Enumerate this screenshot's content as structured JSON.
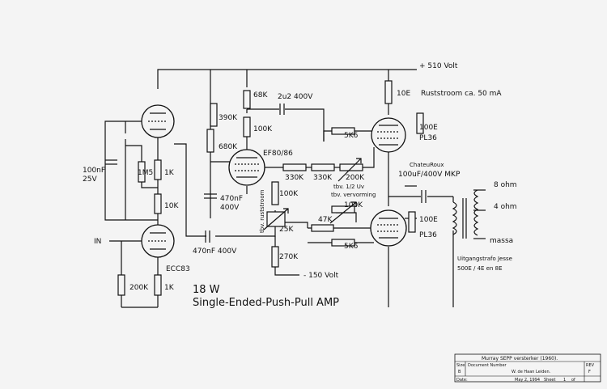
{
  "schematic": {
    "supply_pos": "+ 510 Volt",
    "supply_neg": "- 150 Volt",
    "bias_note": "Ruststroom ca. 50 mA",
    "labels": {
      "in": "IN",
      "c_100nf": "100nF",
      "v_25": "25V",
      "r_1m5": "1M5",
      "r_1k_a": "1K",
      "r_10k": "10K",
      "r_200k": "200K",
      "r_1k_b": "1K",
      "tube_ecc83": "ECC83",
      "r_390k": "390K",
      "r_680k": "680K",
      "r_68k": "68K",
      "r_100k_a": "100K",
      "c_2u2": "2u2 400V",
      "tube_ef80": "EF80/86",
      "c_470nf_v": "470nF",
      "c_470nf_v_volt": "400V",
      "c_470nf_h": "470nF 400V",
      "r_330k_a": "330K",
      "r_330k_b": "330K",
      "r_200k_pot": "200K",
      "r_100k_b": "100K",
      "note_tbv_ruststroom": "tbv. ruststroom",
      "pot_25k": "25K",
      "r_47k": "47K",
      "r_270k": "270K",
      "r_10e": "10E",
      "r_5k6_a": "5K6",
      "r_100e_a": "100E",
      "tube_pl36_a": "PL36",
      "r_5k6_b": "5K6",
      "r_100e_b": "100E",
      "tube_pl36_b": "PL36",
      "pot_100k": "100K",
      "note_uv_1": "tbv. 1/2 Uv",
      "note_uv_2": "tbv. vervorming",
      "cap_brand": "ChateuRoux",
      "cap_out": "100uF/400V MKP",
      "tap_8": "8 ohm",
      "tap_4": "4 ohm",
      "tap_0": "massa",
      "trafo_1": "Uitgangstrafo Jesse",
      "trafo_2": "500E / 4E en 8E"
    },
    "title_1": "18 W",
    "title_2": "Single-Ended-Push-Pull AMP"
  },
  "title_block": {
    "title": "Murray SEPP versterker (1960).",
    "size_label": "Size",
    "size_value": "B",
    "docnum_label": "Document Number",
    "docnum_value": "W. de Haan   Leiden.",
    "rev_label": "REV",
    "rev_value": "F",
    "date_label": "Date:",
    "date_value": "May 2, 1994",
    "sheet_label": "Sheet",
    "sheet_value": "1",
    "of_label": "of"
  }
}
